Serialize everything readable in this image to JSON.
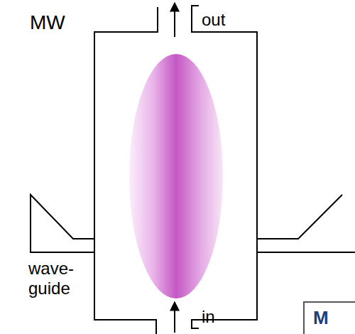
{
  "diagram": {
    "nodes": [
      {
        "text": [
          "M"
        ]
      }
    ],
    "labels": [
      "MW",
      "out",
      "wave- guide",
      "in"
    ]
  }
}
